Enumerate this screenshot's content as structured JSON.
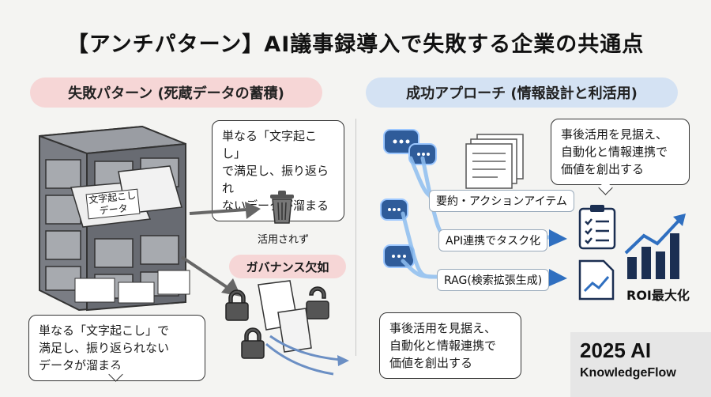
{
  "title": "【アンチパターン】AI議事録導入で失敗する企業の共通点",
  "left": {
    "heading": "失敗パターン (死蔵データの蓄積)",
    "cabinet_label": "文字起こしデータ",
    "trash_label": "活用されず",
    "governance_label": "ガバナンス欠如",
    "callout_top": [
      "単なる「文字起こし」",
      "で満足し、振り返られ",
      "ないデータが溜まる"
    ],
    "callout_bottom": [
      "単なる「文字起こし」で",
      "満足し、振り返られない",
      "データが溜まる"
    ]
  },
  "right": {
    "heading": "成功アプローチ (情報設計と利活用)",
    "steps": [
      "要約・アクションアイテム",
      "API連携でタスク化",
      "RAG(検索拡張生成)"
    ],
    "roi_label": "ROI最大化",
    "callout_top": [
      "事後活用を見据え、",
      "自動化と情報連携で",
      "価値を創出する"
    ],
    "callout_bottom": [
      "事後活用を見据え、",
      "自動化と情報連携で",
      "価値を創出する"
    ]
  },
  "brand": {
    "year": "2025 AI",
    "name": "KnowledgeFlow"
  },
  "colors": {
    "fail": "#f6d6d6",
    "success": "#d4e2f3",
    "arrow": "#2f6fc0"
  }
}
